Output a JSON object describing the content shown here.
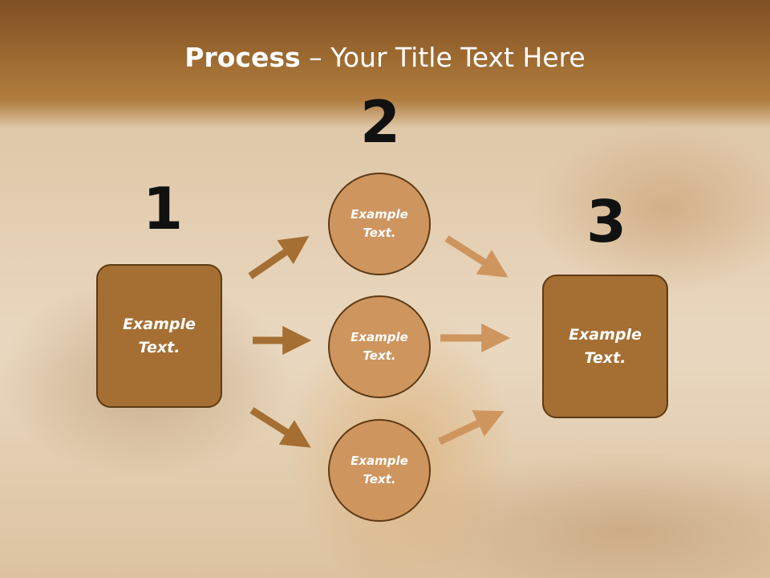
{
  "slide": {
    "title_bold": "Process",
    "title_rest": " – Your Title Text Here"
  },
  "steps": {
    "one": {
      "number": "1",
      "text": "Example\nText."
    },
    "two": {
      "number": "2"
    },
    "three": {
      "number": "3",
      "text": "Example\nText."
    }
  },
  "circles": [
    {
      "text": "Example\nText."
    },
    {
      "text": "Example\nText."
    },
    {
      "text": "Example\nText."
    }
  ],
  "colors": {
    "title_band": "#9d6a31",
    "box_fill": "#a56f33",
    "circle_fill": "#cf955f",
    "arrow_left": "#a56f33",
    "arrow_right": "#cf955f",
    "outline": "#5d3a15"
  },
  "background_image": "wheat-and-beer-brewing-scene"
}
